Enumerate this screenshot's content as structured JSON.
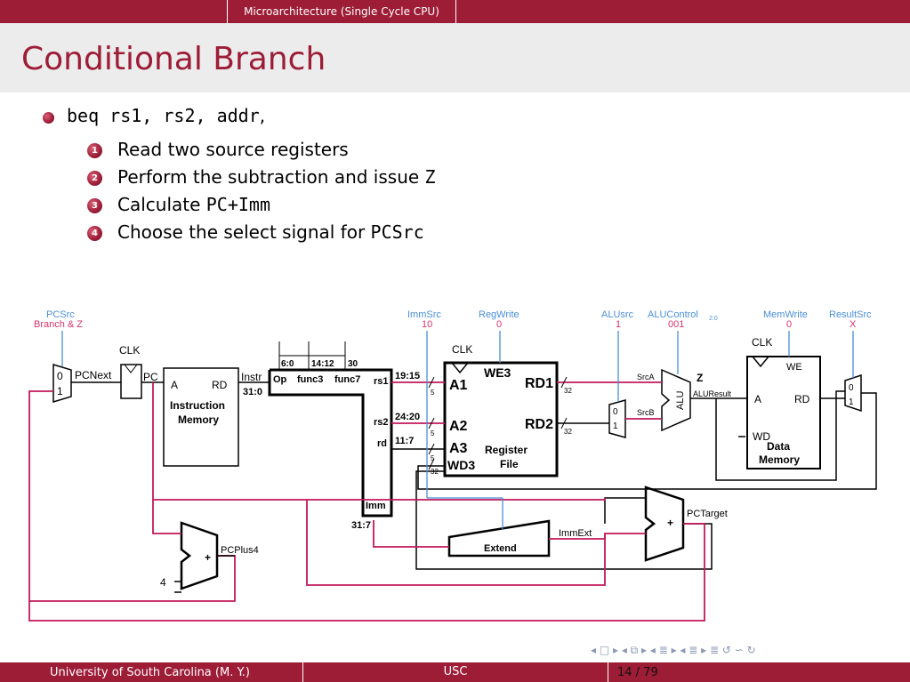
{
  "header": {
    "section": "Microarchitecture (Single Cycle CPU)"
  },
  "slide": {
    "title": "Conditional Branch",
    "bullet": {
      "code": "beq rs1, rs2, addr",
      "suffix": ","
    },
    "steps": [
      {
        "n": "1",
        "text": "Read two source registers",
        "code": ""
      },
      {
        "n": "2",
        "text": "Perform the subtraction and issue ",
        "code": "Z"
      },
      {
        "n": "3",
        "text": "Calculate ",
        "code": "PC+Imm"
      },
      {
        "n": "4",
        "text": "Choose the select signal for ",
        "code": "PCSrc"
      }
    ]
  },
  "diagram": {
    "signals": {
      "pcsrc": "PCSrc",
      "pcsrc_val": "Branch & Z",
      "immsrc": "ImmSrc",
      "immsrc_val": "10",
      "regwrite": "RegWrite",
      "regwrite_val": "0",
      "alusrc": "ALUsrc",
      "alusrc_val": "1",
      "alucontrol": "ALUControl",
      "alucontrol_sub": "2:0",
      "alucontrol_val": "001",
      "memwrite": "MemWrite",
      "memwrite_val": "0",
      "resultsrc": "ResultSrc",
      "resultsrc_val": "X"
    },
    "labels": {
      "clk": "CLK",
      "pcnext": "PCNext",
      "pc": "PC",
      "a": "A",
      "rd": "RD",
      "im1": "Instruction",
      "im2": "Memory",
      "instr": "Instr",
      "b31_0": "31:0",
      "op": "Op",
      "func3": "func3",
      "func7": "func7",
      "f60": "6:0",
      "f1412": "14:12",
      "f30": "30",
      "rs1": "rs1",
      "rs2": "rs2",
      "rdf": "rd",
      "imm": "Imm",
      "b1915": "19:15",
      "b2420": "24:20",
      "b117": "11:7",
      "b317": "31:7",
      "a1": "A1",
      "a2": "A2",
      "a3": "A3",
      "wd3": "WD3",
      "we3": "WE3",
      "rd1": "RD1",
      "rd2": "RD2",
      "rf1": "Register",
      "rf2": "File",
      "w5": "5",
      "w32": "32",
      "srca": "SrcA",
      "srcb": "SrcB",
      "alu": "ALU",
      "z": "Z",
      "aluresult": "ALUResult",
      "we": "WE",
      "wd": "WD",
      "dm1": "Data",
      "dm2": "Memory",
      "extend": "Extend",
      "immext": "ImmExt",
      "pctarget": "PCTarget",
      "pcplus4": "PCPlus4",
      "four": "4",
      "plus": "+",
      "m0": "0",
      "m1": "1"
    }
  },
  "footer": {
    "left": "University of South Carolina  (M. Y.)",
    "center": "USC",
    "page": "14 / 79"
  },
  "nav": {
    "symbols": "◂ □ ▸ ◂ ⧉ ▸ ◂ ≣ ▸ ◂ ≣ ▸    ≣    ↺ ∽ ↻"
  },
  "colors": {
    "brand": "#9d1c36",
    "control": "#4a8fd6",
    "value": "#d6336c",
    "wire_hl": "#c2185b"
  }
}
